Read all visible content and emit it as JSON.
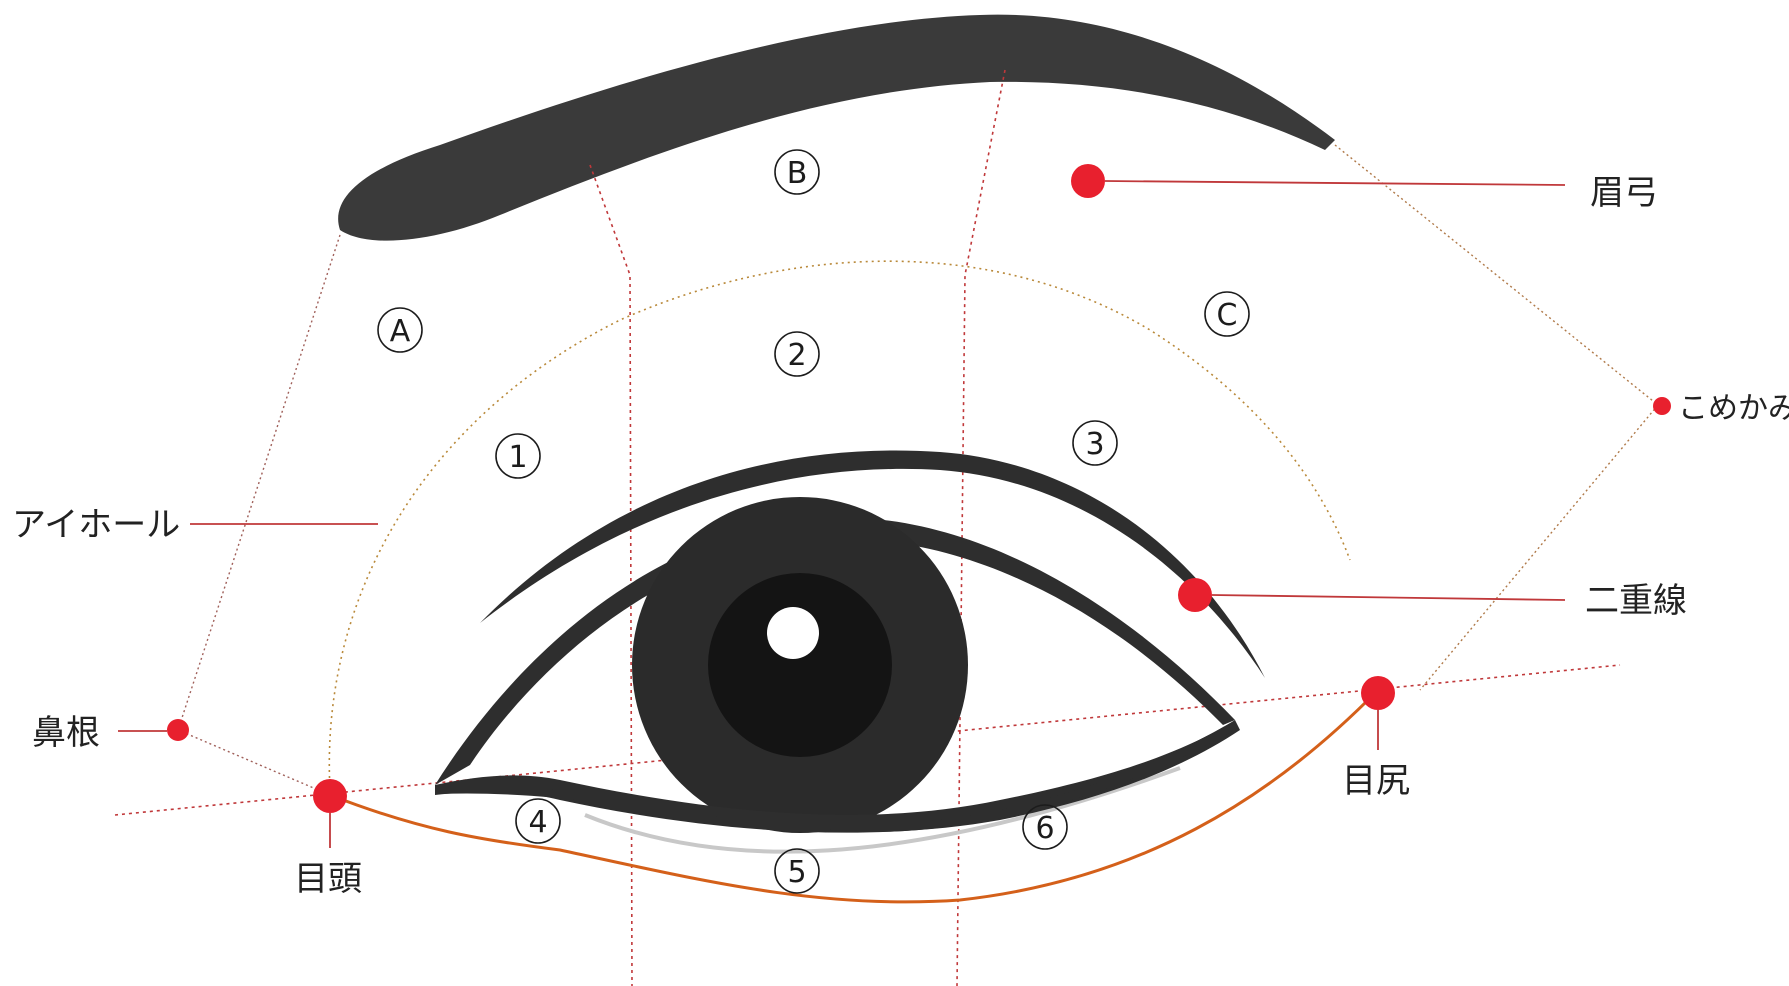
{
  "zones": {
    "A": "A",
    "B": "B",
    "C": "C"
  },
  "areas": {
    "1": "1",
    "2": "2",
    "3": "3",
    "4": "4",
    "5": "5",
    "6": "6"
  },
  "labels": {
    "mayuyumi": "眉弓",
    "komekami": "こめかみ",
    "aihoru": "アイホール",
    "nijusen": "二重線",
    "bikon": "鼻根",
    "mejiri": "目尻",
    "megashira": "目頭"
  },
  "colors": {
    "red_point": "#e8202e",
    "guide_line": "#c0383a",
    "lower_curve": "#d4601a",
    "eye_dark": "#2b2b2b",
    "iris_center": "#111111"
  }
}
